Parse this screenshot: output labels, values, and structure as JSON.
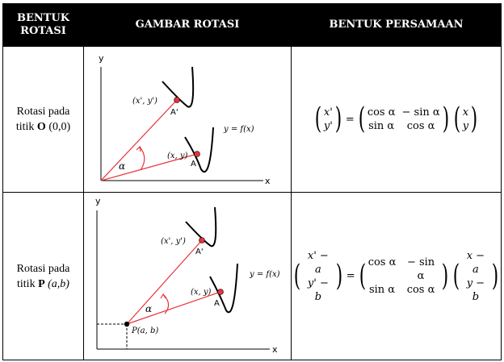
{
  "headers": {
    "col1_line1": "BENTUK",
    "col1_line2": "ROTASI",
    "col2": "GAMBAR ROTASI",
    "col3": "BENTUK PERSAMAAN"
  },
  "rows": [
    {
      "label_line1": "Rotasi pada",
      "label_prefix": "titik ",
      "label_point": "O",
      "label_coords": "(0,0)",
      "figure": {
        "axis_y": "y",
        "axis_x": "x",
        "point_a_prime_coords": "(x', y')",
        "point_a_prime": "A'",
        "point_a_coords": "(x, y)",
        "point_a": "A",
        "angle": "α",
        "curve_label": "y = f(x)"
      },
      "equation": {
        "lhs": [
          "x'",
          "y'"
        ],
        "matrix": [
          "cos α",
          "− sin α",
          "sin α",
          "cos α"
        ],
        "rhs": [
          "x",
          "y"
        ]
      }
    },
    {
      "label_line1": "Rotasi pada",
      "label_prefix": "titik ",
      "label_point": "P",
      "label_coords": "(a,b)",
      "figure": {
        "axis_y": "y",
        "axis_x": "x",
        "point_a_prime_coords": "(x', y')",
        "point_a_prime": "A'",
        "point_a_coords": "(x, y)",
        "point_a": "A",
        "angle": "α",
        "curve_label": "y = f(x)",
        "pivot_label": "P(a, b)"
      },
      "equation": {
        "lhs": [
          "x' − a",
          "y' − b"
        ],
        "matrix": [
          "cos α",
          "− sin α",
          "sin α",
          "cos α"
        ],
        "rhs": [
          "x − a",
          "y − b"
        ]
      }
    }
  ]
}
